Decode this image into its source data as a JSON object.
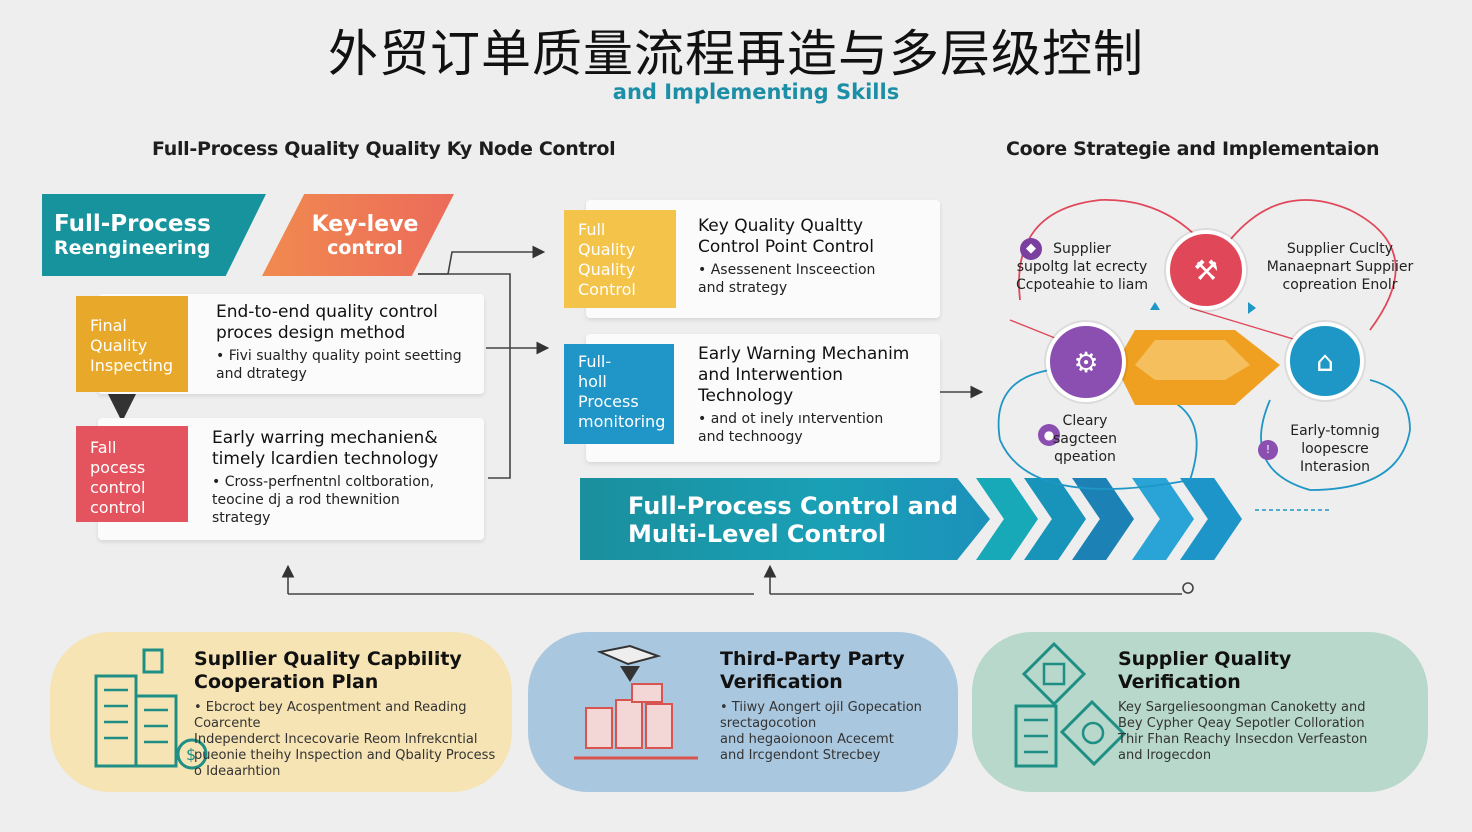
{
  "header": {
    "title": "外贸订单质量流程再造与多层级控制",
    "subtitle": "and Implementing Skills"
  },
  "sections": {
    "left_heading": "Full-Process Quality Quality Ky Node Control",
    "right_heading": "Coore Strategie and Implementaion"
  },
  "banners": {
    "a": {
      "line1": "Full-Process",
      "line2": "Reengineering",
      "color": "#16939c"
    },
    "b": {
      "line1": "Key-leve",
      "line2": "control",
      "color": "#f08a4f"
    }
  },
  "left_cards": [
    {
      "tile": "Final\nQuality\nInspecting",
      "tile_color": "#e8a92b",
      "title": "End-to-end quality control\nproces design method",
      "bullet": "• Fivi sualthy quality point seetting\n  and dtrategy"
    },
    {
      "tile": "Fall\npocess\ncontrol\ncontrol",
      "tile_color": "#e4545e",
      "title": "Early warring mechanien&\ntimely lcardien technology",
      "bullet": "• Cross-perfnentnl coltboration,\n  teocine dj a rod thewnition\n  strategy"
    }
  ],
  "middle_cards": [
    {
      "tile": "Full\nQuality\nQuality\nControl",
      "tile_color": "#f3c34a",
      "title": "Key Quality Qualtty\nControl Point Control",
      "bullet": "• Asessenent Insceection\n  and strategy"
    },
    {
      "tile": "Full-\nholl\nProcess\nmonitoring",
      "tile_color": "#1f95c8",
      "title": "Early Warning Mechanim\nand Interwention\nTechnology",
      "bullet": "•   and ot inely ıntervention\n    and technoogy"
    }
  ],
  "big_arrow": {
    "line1": "Full-Process Control and",
    "line2": "Multi-Level Control",
    "chevron_colors": [
      "#17a9b8",
      "#1893b9",
      "#1c82b5",
      "#2aa4d6"
    ]
  },
  "network": {
    "nodes": [
      {
        "label": "Supplier\nsupoltg lat ecrecty\nCcpoteahie to liam",
        "icon": "shield-icon",
        "icon_color": "#7b3fa0"
      },
      {
        "label": "Supplier Cuclty\nManaepnart Suppiier\ncopreation Enolr",
        "icon": "tools-icon",
        "icon_color": "#e0485a"
      },
      {
        "label": "Cleary\nsagcteen\nqpeation",
        "icon": "machine-icon",
        "icon_color": "#8a4fb0"
      },
      {
        "label": "Early-tomnig\nloopescre\nInterasion",
        "icon": "columns-icon",
        "icon_color": "#1e96c6"
      }
    ],
    "center_color": "#f0a020"
  },
  "bottom_cards": [
    {
      "title": "Supllier Quality Capbility\nCooperation Plan",
      "body": "• Ebcroct bey Acospentment and Reading\n  Coarcente\nIndependerct Incecovarie Reom lnfrekcntial\npueonie theihy Inspection and Qbality Process\n  o Ideaarhtion",
      "color": "#f7e4b4",
      "icon": "building-icon"
    },
    {
      "title": "Third-Party Party\nVerification",
      "body": "• Tiiwy Aongert ojil Gopecation\n  srectagocotion\n  and hegaoionoon Acecemt\n  and Ircgendont Strecbey",
      "color": "#a9c7df",
      "icon": "factory-icon"
    },
    {
      "title": "Supplier Quality\nVerification",
      "body": "Key Sargeliesoongman Canoketty and\n  Bey Cypher Qeay Sepotler Colloration\n  Thir Fhan Reachy Insecdon Verfeaston\n  and lrogecdon",
      "color": "#b7d8cb",
      "icon": "document-building-icon"
    }
  ]
}
